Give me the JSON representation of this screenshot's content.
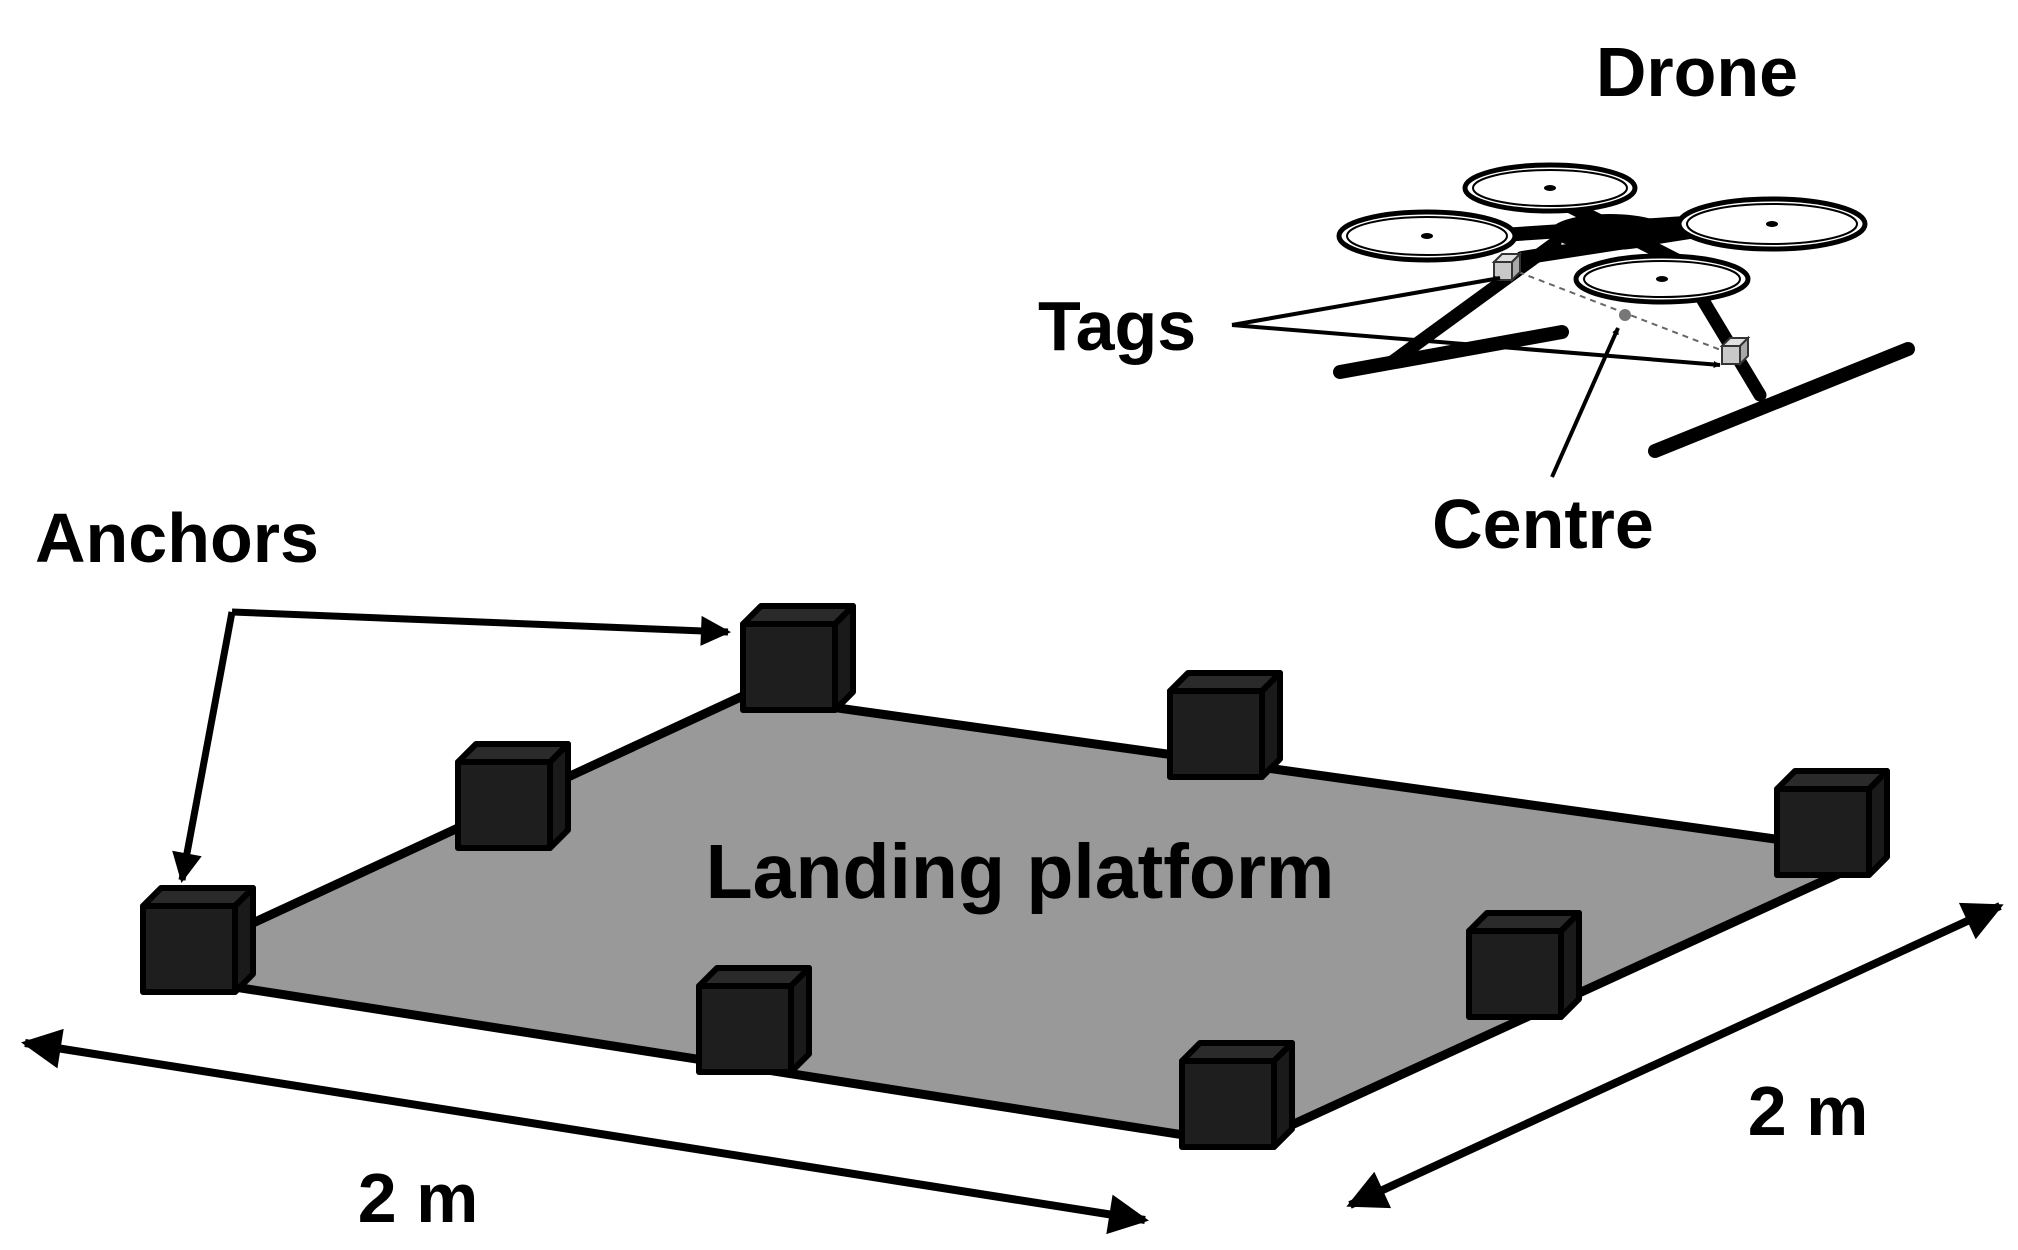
{
  "labels": {
    "drone": "Drone",
    "tags": "Tags",
    "centre": "Centre",
    "anchors": "Anchors",
    "platform": "Landing platform",
    "dim_front": "2 m",
    "dim_side": "2 m"
  },
  "colors": {
    "platform_fill": "#999999",
    "anchor_fill": "#1e1e1e",
    "tag_fill": "#c8c8c8",
    "line": "#000000"
  },
  "icons": {
    "drone": "quadcopter-icon",
    "anchor": "cube-icon",
    "tag": "small-cube-icon"
  }
}
